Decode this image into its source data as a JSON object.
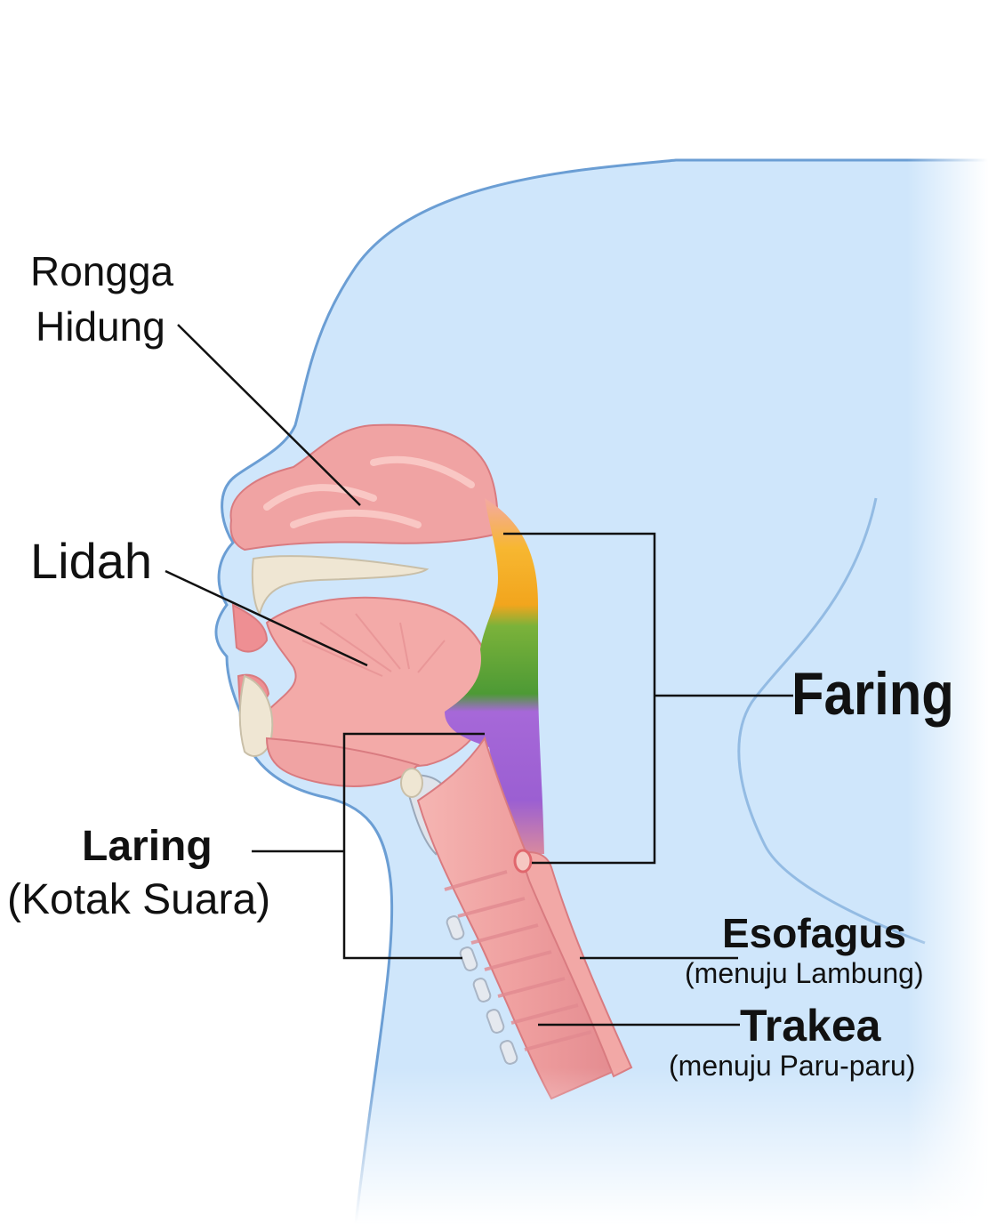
{
  "colors": {
    "skin": "#cfe6fb",
    "skin_outline": "#6b9ed4",
    "tissue": "#f0a3a3",
    "tissue_dark": "#d97b80",
    "bone": "#efe6d3",
    "faring_nasal": "#f7b731",
    "faring_oral": "#5aa63c",
    "faring_laryngeal": "#a668d8",
    "leader": "#111111"
  },
  "labels": {
    "rongga": "Rongga",
    "hidung": "Hidung",
    "lidah": "Lidah",
    "faring": "Faring",
    "laring": "Laring",
    "laring_sub": "(Kotak Suara)",
    "esofagus": "Esofagus",
    "esofagus_sub": "(menuju Lambung)",
    "trakea": "Trakea",
    "trakea_sub": "(menuju Paru-paru)"
  }
}
